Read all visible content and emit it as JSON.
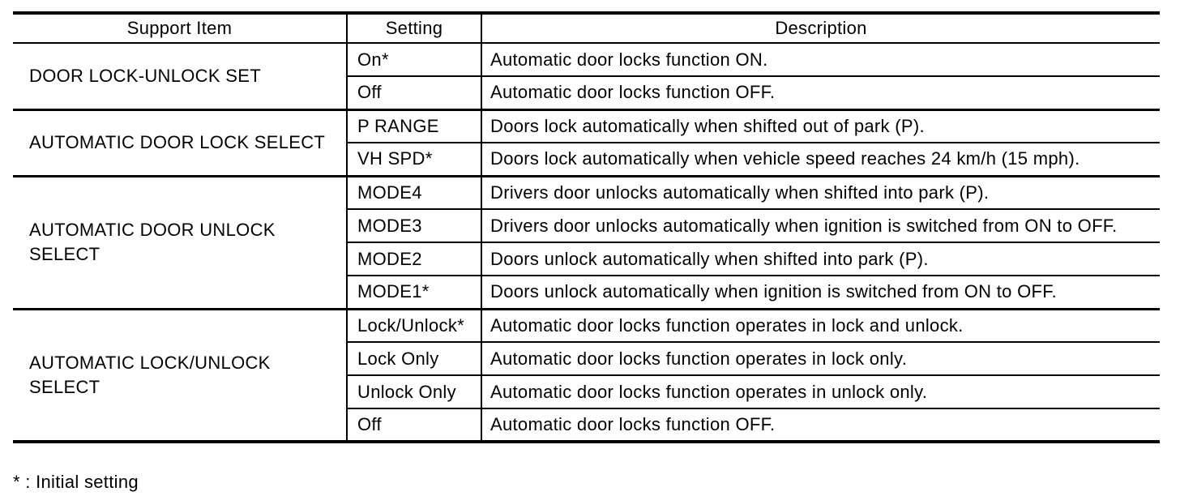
{
  "table": {
    "headers": [
      "Support Item",
      "Setting",
      "Description"
    ],
    "groups": [
      {
        "support_item": "DOOR LOCK-UNLOCK SET",
        "rows": [
          {
            "setting": "On*",
            "description": "Automatic door locks function ON."
          },
          {
            "setting": "Off",
            "description": "Automatic door locks function OFF."
          }
        ]
      },
      {
        "support_item": "AUTOMATIC DOOR LOCK SELECT",
        "rows": [
          {
            "setting": "P RANGE",
            "description": "Doors lock automatically when shifted out of park (P)."
          },
          {
            "setting": "VH SPD*",
            "description": "Doors lock automatically when vehicle speed reaches 24 km/h (15 mph)."
          }
        ]
      },
      {
        "support_item": "AUTOMATIC DOOR UNLOCK\nSELECT",
        "rows": [
          {
            "setting": "MODE4",
            "description": "Drivers door unlocks automatically when shifted into park (P)."
          },
          {
            "setting": "MODE3",
            "description": "Drivers door unlocks automatically when ignition is switched from ON to OFF."
          },
          {
            "setting": "MODE2",
            "description": "Doors unlock automatically when shifted into park (P)."
          },
          {
            "setting": "MODE1*",
            "description": "Doors unlock automatically when ignition is switched from ON to OFF."
          }
        ]
      },
      {
        "support_item": "AUTOMATIC LOCK/UNLOCK\nSELECT",
        "rows": [
          {
            "setting": "Lock/Unlock*",
            "description": "Automatic door locks function operates in lock and unlock."
          },
          {
            "setting": "Lock Only",
            "description": "Automatic door locks function operates in lock only."
          },
          {
            "setting": "Unlock Only",
            "description": "Automatic door locks function operates in unlock only."
          },
          {
            "setting": "Off",
            "description": "Automatic door locks function OFF."
          }
        ]
      }
    ],
    "footnote": "* : Initial setting",
    "colors": {
      "text": "#000000",
      "border": "#000000",
      "background": "#ffffff"
    }
  }
}
